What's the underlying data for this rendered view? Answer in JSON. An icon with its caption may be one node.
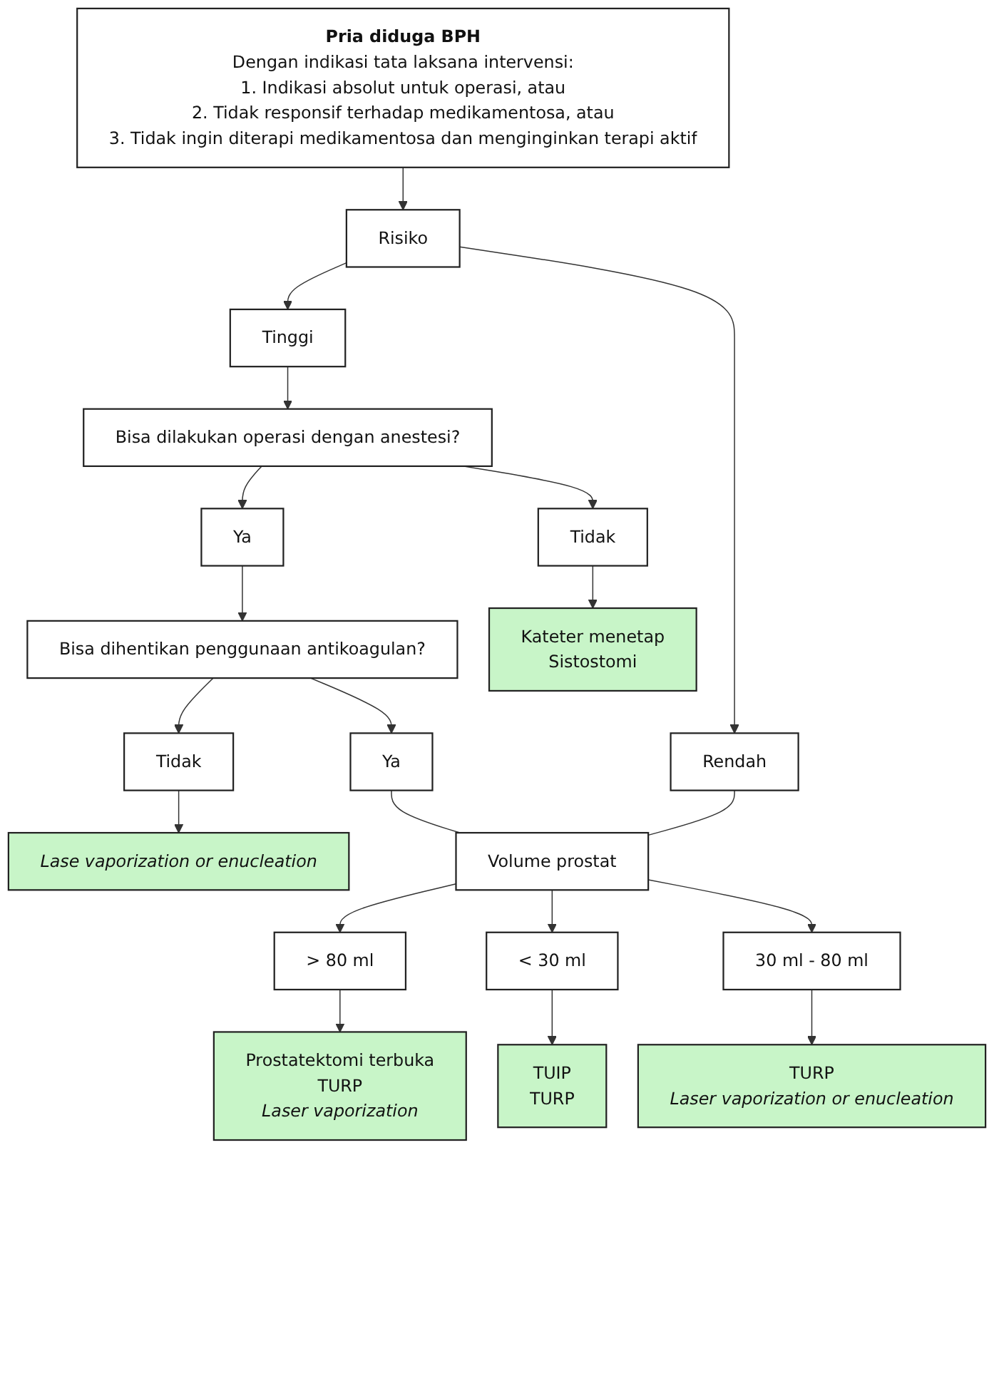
{
  "diagram": {
    "nodes": [
      {
        "text": [
          "**Pria diduga BPH**",
          "Dengan indikasi tata laksana intervensi:",
          "1. Indikasi absolut untuk operasi, atau",
          "2. Tidak responsif terhadap medikamentosa, atau",
          "3. Tidak ingin diterapi medikamentosa dan menginginkan terapi aktif"
        ]
      },
      {
        "text": [
          "Risiko"
        ]
      },
      {
        "text": [
          "Tinggi"
        ]
      },
      {
        "text": [
          "Rendah"
        ]
      },
      {
        "text": [
          "Bisa dilakukan operasi dengan anestesi?"
        ]
      },
      {
        "text": [
          "Ya"
        ]
      },
      {
        "text": [
          "Tidak"
        ]
      },
      {
        "text": [
          "Bisa dihentikan penggunaan antikoagulan?"
        ]
      },
      {
        "text": [
          "Kateter menetap",
          "Sistostomi"
        ]
      },
      {
        "text": [
          "Tidak"
        ]
      },
      {
        "text": [
          "Ya"
        ]
      },
      {
        "text": [
          "*Lase vaporization or enucleation*"
        ]
      },
      {
        "text": [
          "Volume prostat"
        ]
      },
      {
        "text": [
          "> 80 ml"
        ]
      },
      {
        "text": [
          "< 30 ml"
        ]
      },
      {
        "text": [
          "30 ml - 80 ml"
        ]
      },
      {
        "text": [
          "Prostatektomi terbuka",
          "TURP",
          "*Laser vaporization*"
        ]
      },
      {
        "text": [
          "TUIP",
          "TURP"
        ]
      },
      {
        "text": [
          "TURP",
          "*Laser vaporization or enucleation*"
        ]
      }
    ],
    "edges": [
      {
        "from": 0,
        "to": 1,
        "arrow": "to"
      },
      {
        "from": 1,
        "to": 2,
        "arrow": "to"
      },
      {
        "from": 1,
        "to": 3,
        "arrow": "to"
      },
      {
        "from": 2,
        "to": 4,
        "arrow": "to"
      },
      {
        "from": 4,
        "to": 5,
        "arrow": "to"
      },
      {
        "from": 4,
        "to": 6,
        "arrow": "to"
      },
      {
        "from": 5,
        "to": 7,
        "arrow": "to"
      },
      {
        "from": 6,
        "to": 8,
        "arrow": "to"
      },
      {
        "from": 7,
        "to": 9,
        "arrow": "to"
      },
      {
        "from": 7,
        "to": 10,
        "arrow": "to"
      },
      {
        "from": 9,
        "to": 11,
        "arrow": "to"
      },
      {
        "from": 10,
        "to": 12,
        "arrow": "none"
      },
      {
        "from": 3,
        "to": 12,
        "arrow": "none"
      },
      {
        "from": 12,
        "to": 13,
        "arrow": "to"
      },
      {
        "from": 12,
        "to": 14,
        "arrow": "to"
      },
      {
        "from": 12,
        "to": 15,
        "arrow": "to"
      },
      {
        "from": 13,
        "to": 16,
        "arrow": "to"
      },
      {
        "from": 14,
        "to": 17,
        "arrow": "to"
      },
      {
        "from": 15,
        "to": 18,
        "arrow": "to"
      }
    ]
  }
}
